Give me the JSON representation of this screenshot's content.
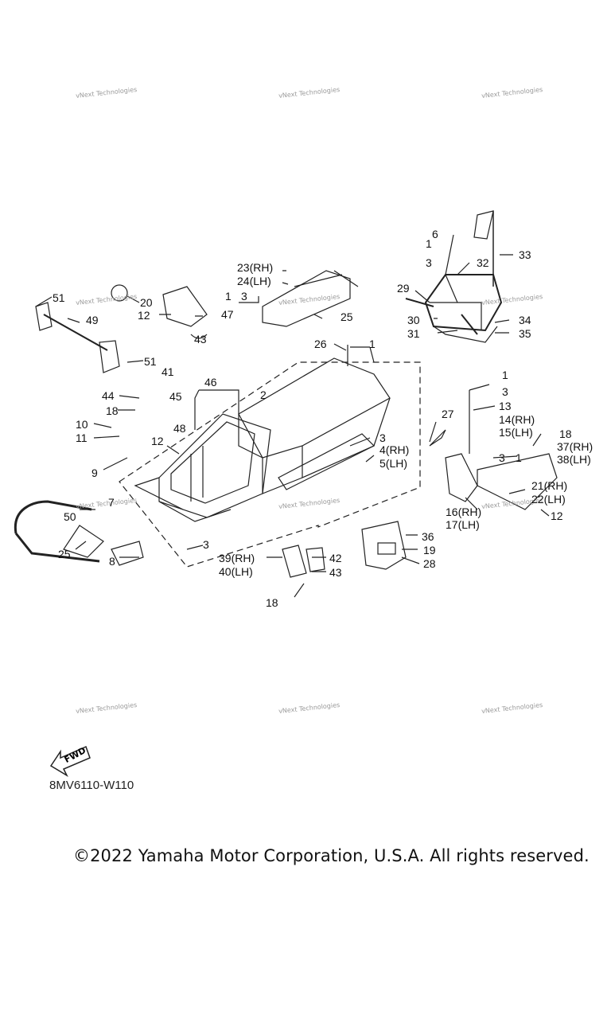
{
  "watermark": {
    "text": "vNext Technologies"
  },
  "callouts": [
    {
      "text": "51"
    },
    {
      "text": "20"
    },
    {
      "text": "49"
    },
    {
      "text": "12"
    },
    {
      "text": "47"
    },
    {
      "text": "43"
    },
    {
      "text": "51"
    },
    {
      "text": "23(RH)"
    },
    {
      "text": "24(LH)"
    },
    {
      "text": "1"
    },
    {
      "text": "3"
    },
    {
      "text": "25"
    },
    {
      "text": "26"
    },
    {
      "text": "1"
    },
    {
      "text": "41"
    },
    {
      "text": "46"
    },
    {
      "text": "44"
    },
    {
      "text": "45"
    },
    {
      "text": "2"
    },
    {
      "text": "18"
    },
    {
      "text": "10"
    },
    {
      "text": "48"
    },
    {
      "text": "11"
    },
    {
      "text": "12"
    },
    {
      "text": "3"
    },
    {
      "text": "4(RH)"
    },
    {
      "text": "5(LH)"
    },
    {
      "text": "9"
    },
    {
      "text": "27"
    },
    {
      "text": "7"
    },
    {
      "text": "50"
    },
    {
      "text": "25"
    },
    {
      "text": "8"
    },
    {
      "text": "3"
    },
    {
      "text": "39(RH)"
    },
    {
      "text": "40(LH)"
    },
    {
      "text": "42"
    },
    {
      "text": "43"
    },
    {
      "text": "18"
    },
    {
      "text": "36"
    },
    {
      "text": "19"
    },
    {
      "text": "28"
    },
    {
      "text": "6"
    },
    {
      "text": "1"
    },
    {
      "text": "3"
    },
    {
      "text": "32"
    },
    {
      "text": "33"
    },
    {
      "text": "29"
    },
    {
      "text": "30"
    },
    {
      "text": "34"
    },
    {
      "text": "31"
    },
    {
      "text": "35"
    },
    {
      "text": "1"
    },
    {
      "text": "3"
    },
    {
      "text": "13"
    },
    {
      "text": "14(RH)"
    },
    {
      "text": "15(LH)"
    },
    {
      "text": "18"
    },
    {
      "text": "37(RH)"
    },
    {
      "text": "38(LH)"
    },
    {
      "text": "3"
    },
    {
      "text": "1"
    },
    {
      "text": "21(RH)"
    },
    {
      "text": "22(LH)"
    },
    {
      "text": "16(RH)"
    },
    {
      "text": "17(LH)"
    },
    {
      "text": "12"
    }
  ],
  "fwd_label": "FWD",
  "diagram_code": "8MV6110-W110",
  "copyright": "©2022 Yamaha Motor Corporation, U.S.A. All rights reserved."
}
